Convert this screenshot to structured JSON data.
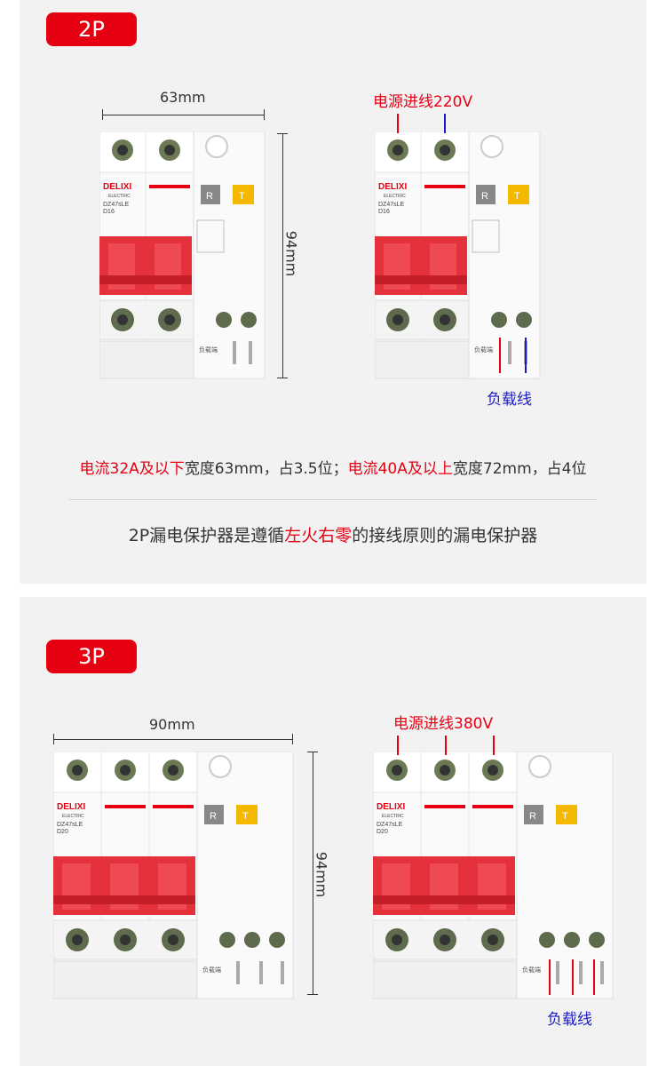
{
  "sections": {
    "two_pole": {
      "badge": "2P",
      "width_label": "63mm",
      "height_label": "94mm",
      "supply_label": "电源进线220V",
      "load_label": "负载线",
      "note": {
        "p1": "电流32A及以下",
        "p2": "宽度63mm，占3.5位；",
        "p3": "电流40A及以上",
        "p4": "宽度72mm，占4位"
      },
      "principle": {
        "p1": "2P漏电保护器是遵循",
        "p2": "左火右零",
        "p3": "的接线原则的漏电保护器"
      }
    },
    "three_pole": {
      "badge": "3P",
      "width_label": "90mm",
      "height_label": "94mm",
      "supply_label": "电源进线380V",
      "load_label": "负载线"
    }
  },
  "device": {
    "brand": "DELIXI",
    "brand_sub": "ELECTRIC",
    "model": "DZ47sLE",
    "rating_2p": "D16",
    "rating_3p": "D20",
    "reset_key": "R",
    "test_key": "T",
    "load_mark": "负载端"
  },
  "colors": {
    "accent_red": "#e60012",
    "neutral_blue": "#1a1acc",
    "panel_bg": "#f2f2f2"
  }
}
